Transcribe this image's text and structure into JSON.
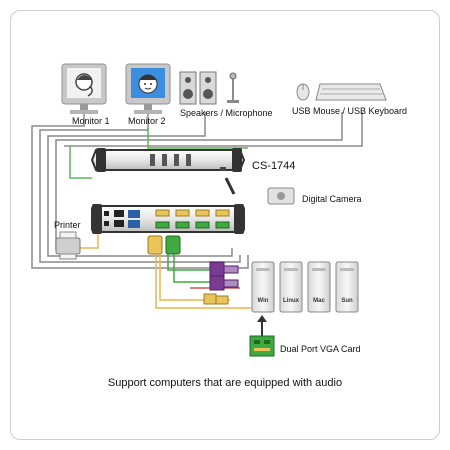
{
  "labels": {
    "monitor1": "Monitor 1",
    "monitor2": "Monitor 2",
    "speakers": "Speakers / Microphone",
    "usb_peripherals": "USB Mouse / USB Keyboard",
    "model": "CS-1744",
    "camera": "Digital Camera",
    "printer": "Printer",
    "vga_card": "Dual Port VGA Card"
  },
  "computers": [
    "Win",
    "Linux",
    "Mac",
    "Sun"
  ],
  "caption": "Support computers that are equipped with audio",
  "colors": {
    "green_cable": "#5cb85c",
    "yellow_cable": "#e8b84a",
    "gray_cable": "#8a8a8a",
    "purple_cable": "#7a3b95",
    "card_green": "#3faa3f"
  }
}
